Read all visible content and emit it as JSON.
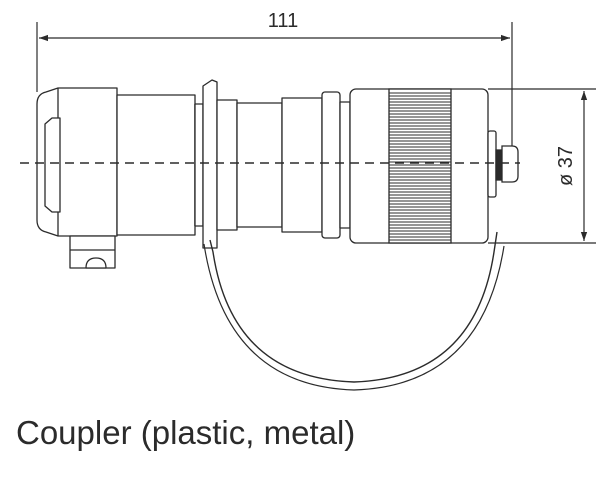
{
  "dimensions": {
    "length_label": "111",
    "diameter_label": "ø 37"
  },
  "caption": "Coupler (plastic, metal)",
  "colors": {
    "line": "#2b2b2b",
    "background": "#ffffff"
  }
}
